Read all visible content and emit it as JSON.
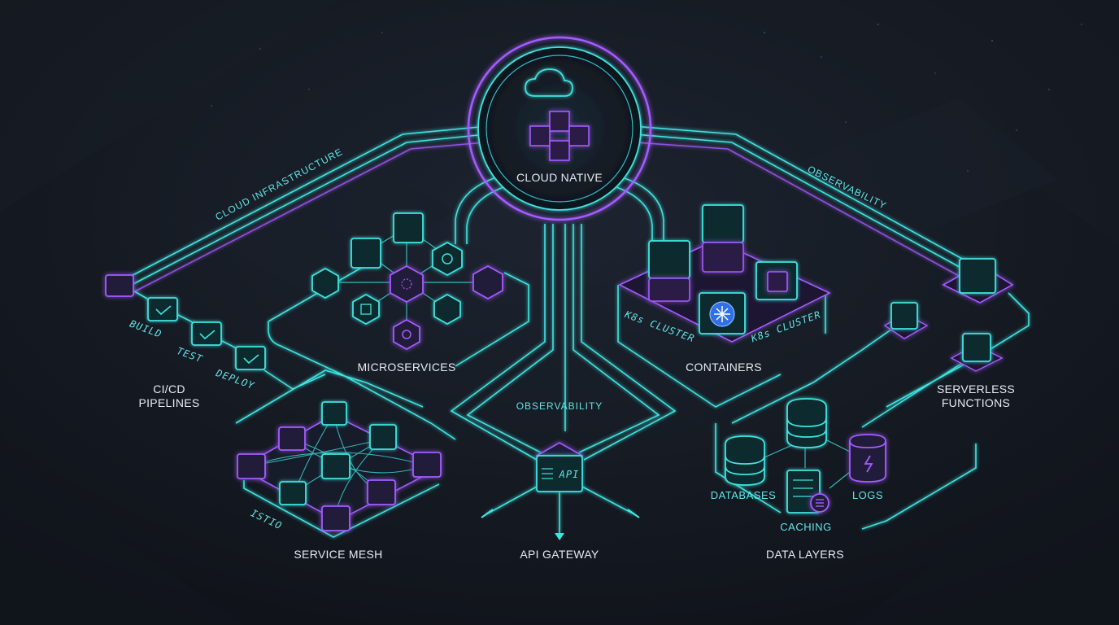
{
  "hub": {
    "title": "CLOUD NATIVE"
  },
  "edges": {
    "cloud_infrastructure": "CLOUD INFRASTRUCTURE",
    "observability_right": "OBSERVABILITY",
    "observability_center": "OBSERVABILITY"
  },
  "groups": {
    "microservices": "MICROSERVICES",
    "containers": "CONTAINERS",
    "ci_cd": [
      "CI/CD",
      "PIPELINES"
    ],
    "serverless": [
      "SERVERLESS",
      "FUNCTIONS"
    ],
    "service_mesh": "SERVICE MESH",
    "api_gateway": "API GATEWAY",
    "data_layers": "DATA LAYERS"
  },
  "pipeline_steps": [
    "BUILD",
    "TEST",
    "DEPLOY"
  ],
  "k8s": {
    "left": "K8s CLUSTER",
    "right": "K8s CLUSTER"
  },
  "mesh": {
    "istio": "ISTIO"
  },
  "api": {
    "badge": "API"
  },
  "data": {
    "databases": "DATABASES",
    "logs": "LOGS",
    "caching": "CACHING"
  },
  "colors": {
    "background": "#14181f",
    "cyan": "#3fe3e0",
    "purple": "#a45cff",
    "text": "#e6eaf2",
    "k8s_blue": "#2f6fe8"
  }
}
